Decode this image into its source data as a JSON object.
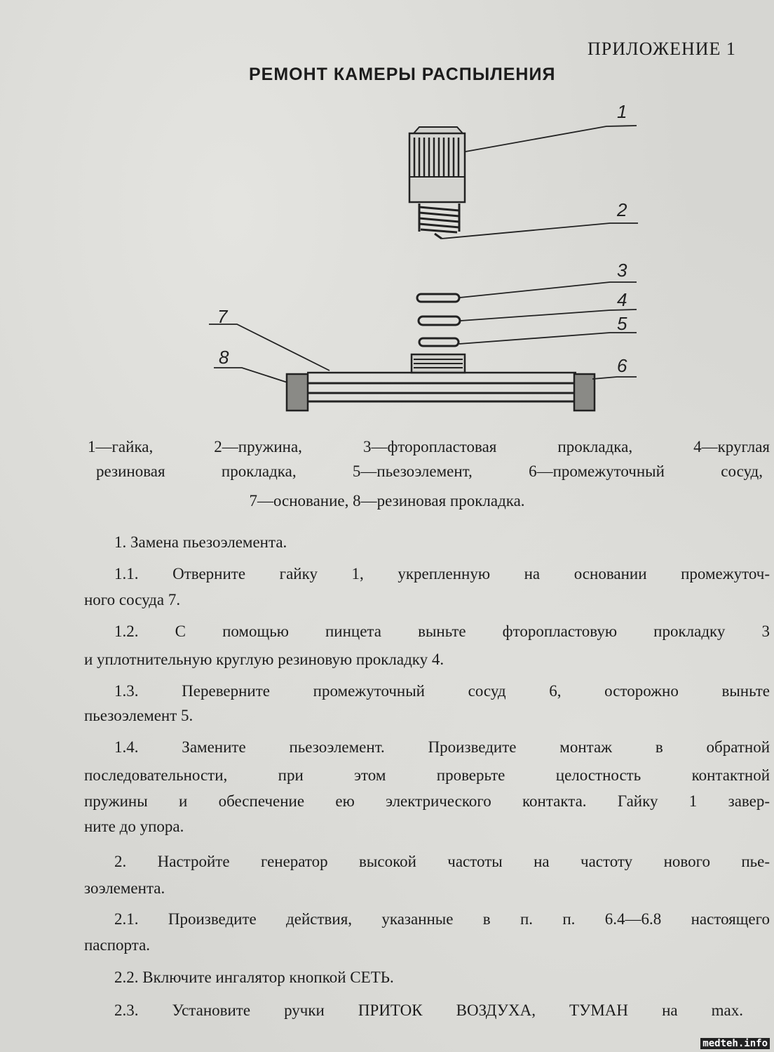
{
  "header": {
    "appendix": "ПРИЛОЖЕНИЕ 1",
    "title": "РЕМОНТ КАМЕРЫ РАСПЫЛЕНИЯ"
  },
  "diagram": {
    "labels": [
      "1",
      "2",
      "3",
      "4",
      "5",
      "6",
      "7",
      "8"
    ]
  },
  "caption": [
    "1—гайка, 2—пружина, 3—фторопластовая прокладка, 4—круглая",
    "резиновая прокладка, 5—пьезоэлемент, 6—промежуточный сосуд,",
    "7—основание, 8—резиновая прокладка."
  ],
  "body": [
    "1. Замена пьезоэлемента.",
    "1.1. Отверните гайку 1, укрепленную на основании промежуточ-",
    "ного сосуда 7.",
    "1.2. С помощью пинцета выньте фторопластовую прокладку 3",
    "и уплотнительную круглую резиновую прокладку 4.",
    "1.3. Переверните промежуточный сосуд 6, осторожно выньте",
    "пьезоэлемент 5.",
    "1.4. Замените пьезоэлемент. Произведите монтаж в обратной",
    "последовательности, при этом проверьте целостность контактной",
    "пружины и обеспечение ею электрического контакта. Гайку 1 завер-",
    "ните до упора.",
    "2. Настройте генератор высокой частоты на частоту нового пье-",
    "зоэлемента.",
    "2.1. Произведите действия, указанные в п. п. 6.4—6.8 настоящего",
    "паспорта.",
    "2.2. Включите ингалятор кнопкой СЕТЬ.",
    "2.3. Установите ручки ПРИТОК ВОЗДУХА, ТУМАН на max."
  ],
  "watermark": "medteh.info"
}
